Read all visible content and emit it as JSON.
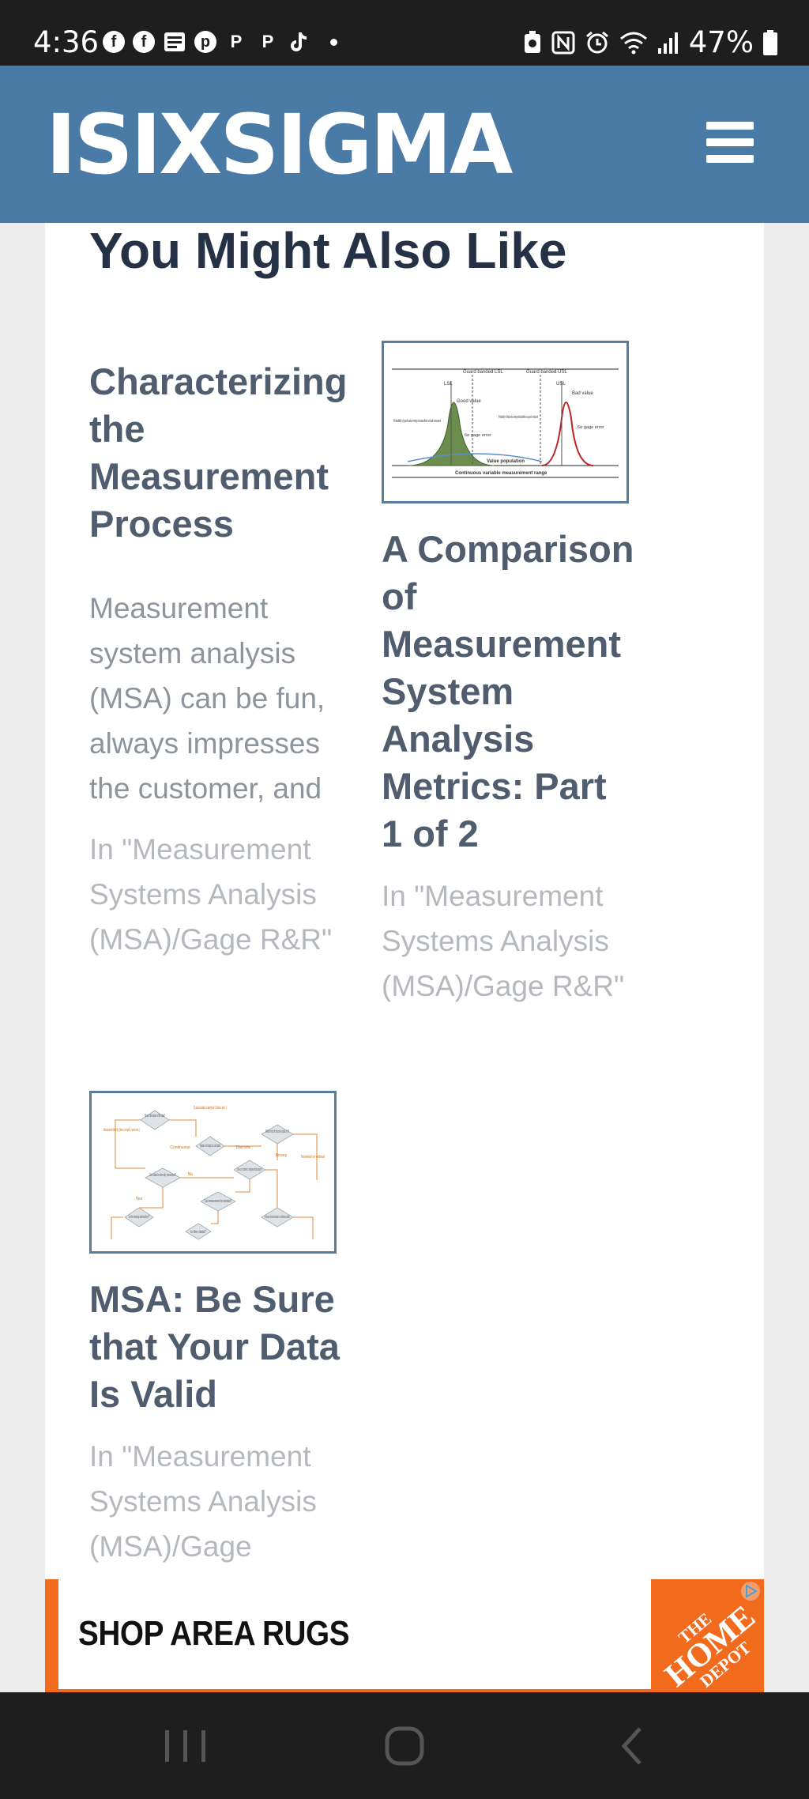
{
  "status_bar": {
    "time": "4:36",
    "battery": "47%",
    "left_icons": [
      "facebook-icon",
      "facebook-icon",
      "news-icon",
      "pinterest-icon",
      "p-app-icon",
      "p-app-icon",
      "tiktok-icon",
      "more-dot-icon"
    ],
    "right_icons": [
      "battery-saver-icon",
      "nfc-icon",
      "alarm-icon",
      "wifi-icon",
      "signal-icon",
      "battery-icon"
    ]
  },
  "header": {
    "logo": "ISIXSIGMA",
    "menu_icon": "hamburger-menu-icon",
    "background": "#4a7ba6"
  },
  "related": {
    "heading": "You Might Also Like",
    "items": [
      {
        "title": "Characterizing the Measurement Process",
        "excerpt": "Measurement system analysis (MSA) can be fun, always impresses the customer, and",
        "category": "In \"Measurement Systems Analysis (MSA)/Gage R&R\""
      },
      {
        "title": "A Comparison of Measurement System Analysis Metrics: Part 1 of 2",
        "category": "In \"Measurement Systems Analysis (MSA)/Gage R&R\"",
        "thumbnail": {
          "labels": [
            "LSL",
            "Guard banded LSL",
            "Guard banded USL",
            "USL",
            "Good value",
            "Bad value",
            "Probability of good value being misclassified as bad increases",
            "Probability of bad value being misclassified as good is reduced",
            "6σ gage error",
            "6σ gage error",
            "Value population",
            "Continuous variable measurement range"
          ]
        }
      },
      {
        "title": "MSA: Be Sure that Your Data Is Valid",
        "category": "In \"Measurement Systems Analysis (MSA)/Gage",
        "thumbnail": {
          "labels": [
            "What is the nature of the data?",
            "Calculated sample (data etc.)",
            "Measured directly (time, length, count etc.)",
            "Continuous",
            "Nature of study to calculate",
            "Discrete",
            "What kind of discrete data is it?",
            "Binary",
            "Nominal or ordinal",
            "Can data be directly measured?",
            "Does our counted / categorized data agree?",
            "Can measurement be repeated?",
            "Is the testing destructive?",
            "Is the data?",
            "Is binary decision based on continuous data?",
            "Yes",
            "No"
          ]
        }
      }
    ]
  },
  "ad": {
    "text": "SHOP AREA RUGS",
    "brand": "THE HOME DEPOT",
    "brand_lines": [
      "THE",
      "HOME",
      "DEPOT"
    ],
    "accent": "#f26b1d",
    "choices_icon": "ad-choices-icon"
  },
  "nav_bar": {
    "buttons": [
      "recent-apps-icon",
      "home-icon",
      "back-icon"
    ]
  }
}
